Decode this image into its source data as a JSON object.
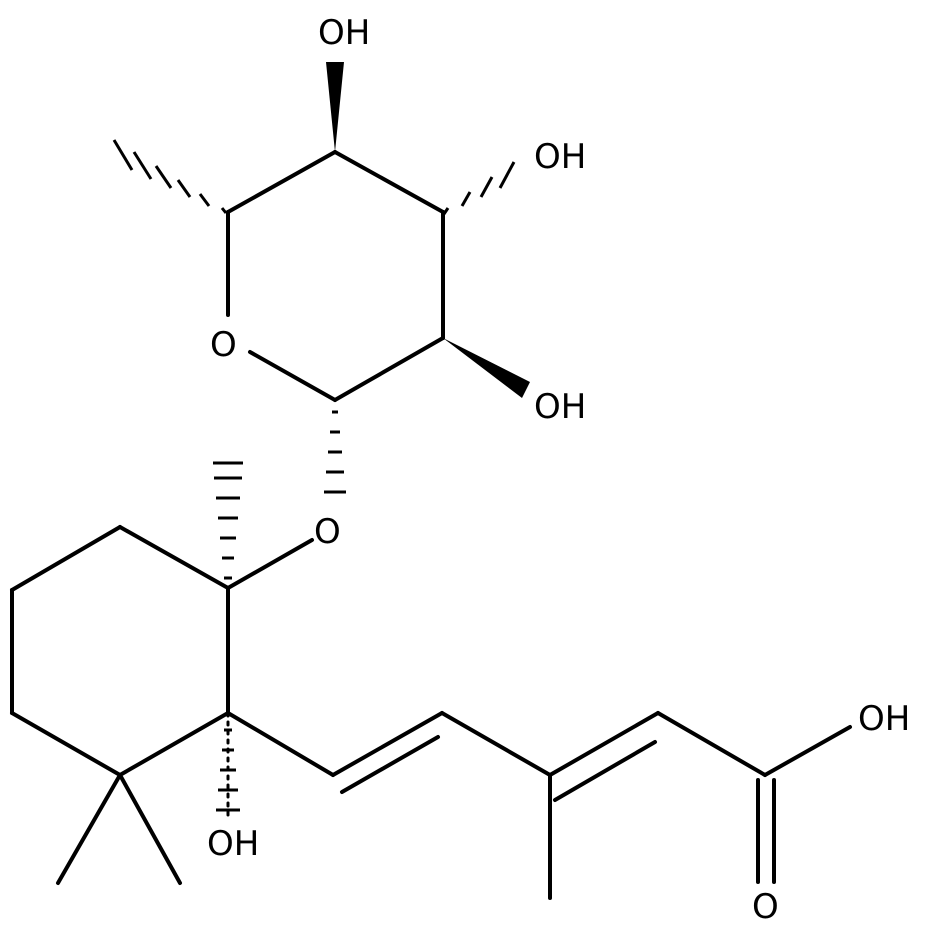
{
  "atom_labels": {
    "oh_top": "OH",
    "oh_upper_right": "OH",
    "oh_lower_right": "OH",
    "ring_oxygen": "O",
    "glycosidic_oxygen": "O",
    "oh_cyclohexane": "OH",
    "acid_oh": "OH",
    "acid_carbonyl_o": "O"
  },
  "colors": {
    "bond": "#000000",
    "background": "#ffffff"
  }
}
